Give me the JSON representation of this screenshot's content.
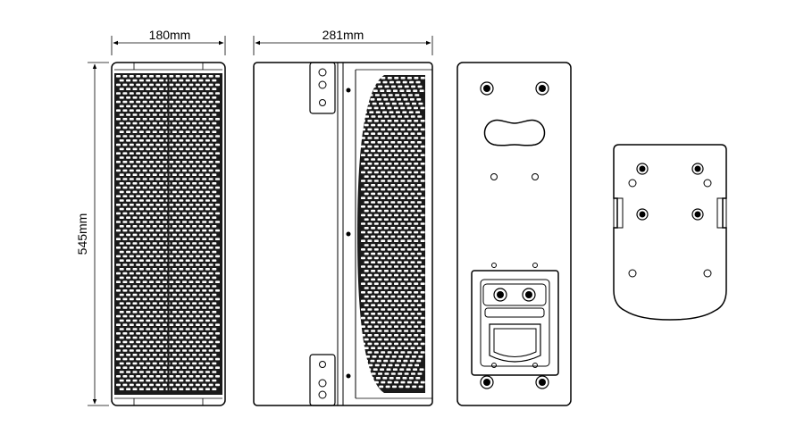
{
  "dimensions": {
    "width_front": "180mm",
    "width_side": "281mm",
    "height": "545mm"
  },
  "views": [
    {
      "id": "front",
      "icon": "speaker-grille-front-view"
    },
    {
      "id": "side",
      "icon": "speaker-side-view"
    },
    {
      "id": "rear",
      "icon": "speaker-rear-view"
    },
    {
      "id": "bracket",
      "icon": "wall-mount-bracket"
    }
  ],
  "colors": {
    "line": "#000000",
    "background": "#ffffff"
  }
}
